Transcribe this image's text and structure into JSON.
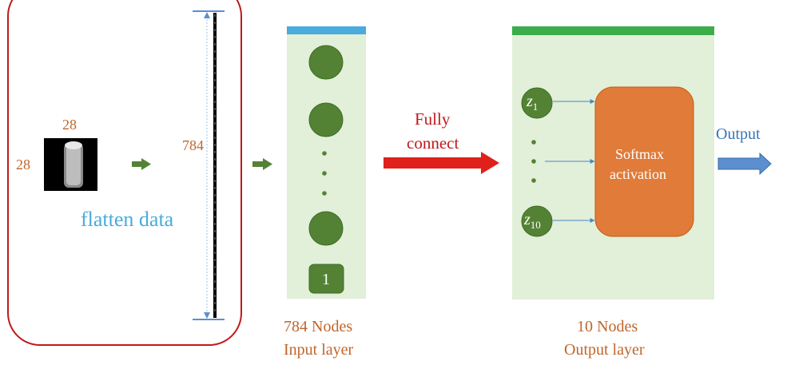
{
  "image_dims": {
    "rows": "28",
    "cols": "28"
  },
  "flatten": {
    "label": "flatten data",
    "vector_length": "784"
  },
  "input_layer": {
    "one_node": "1",
    "nodes_label": "784 Nodes",
    "layer_label": "Input layer"
  },
  "connection": {
    "line1": "Fully",
    "line2": "connect"
  },
  "output_layer": {
    "z_first_base": "z",
    "z_first_sub": "1",
    "z_last_base": "z",
    "z_last_sub": "10",
    "softmax_line1": "Softmax",
    "softmax_line2": "activation",
    "nodes_label": "10 Nodes",
    "layer_label": "Output layer"
  },
  "output": {
    "label": "Output"
  },
  "colors": {
    "frame": "#c0191a",
    "panel": "#e2efd9",
    "node": "#548235",
    "input_bar": "#4aabdc",
    "output_bar": "#3cad4b",
    "softmax": "#e07b39",
    "fc_arrow": "#e0211b",
    "output_arrow": "#5b8fd0",
    "dim_text": "#c0652a"
  }
}
